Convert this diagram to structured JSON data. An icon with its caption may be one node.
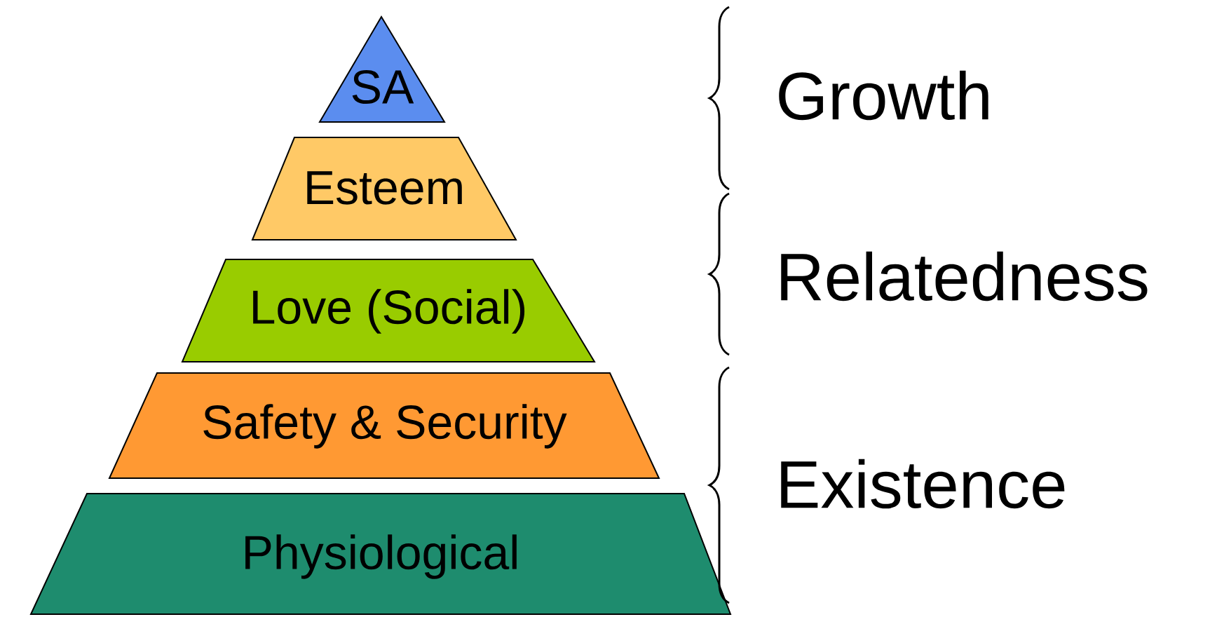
{
  "diagram": {
    "nodes": [
      {
        "text": [
          "SA"
        ]
      },
      {
        "text": [
          "Esteem"
        ]
      },
      {
        "text": [
          "Love (Social)"
        ]
      },
      {
        "text": [
          "Safety & Security"
        ]
      },
      {
        "text": [
          "Physiological"
        ]
      }
    ],
    "labels": [
      "Growth",
      "Relatedness",
      "Existence"
    ]
  }
}
